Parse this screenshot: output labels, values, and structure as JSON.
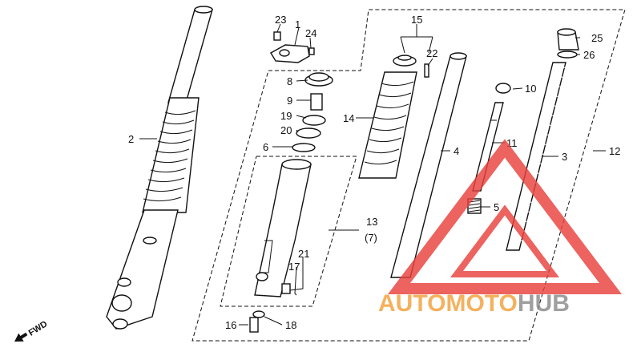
{
  "parts": {
    "p1": "1",
    "p2": "2",
    "p3": "3",
    "p4": "4",
    "p5": "5",
    "p6": "6",
    "p8": "8",
    "p9": "9",
    "p10": "10",
    "p11": "11",
    "p12": "12",
    "p13": "13",
    "p13b": "(7)",
    "p14": "14",
    "p15": "15",
    "p16": "16",
    "p17": "17",
    "p18": "18",
    "p19": "19",
    "p20": "20",
    "p21": "21",
    "p22": "22",
    "p23": "23",
    "p24": "24",
    "p25": "25",
    "p26": "26"
  },
  "fwd_label": "FWD",
  "watermark": {
    "part1": "AUTOMOTO",
    "part2": "HUB",
    "color_red": "#e8413c",
    "color_orange": "#f2a13a",
    "color_gray": "#8a8a8a"
  }
}
